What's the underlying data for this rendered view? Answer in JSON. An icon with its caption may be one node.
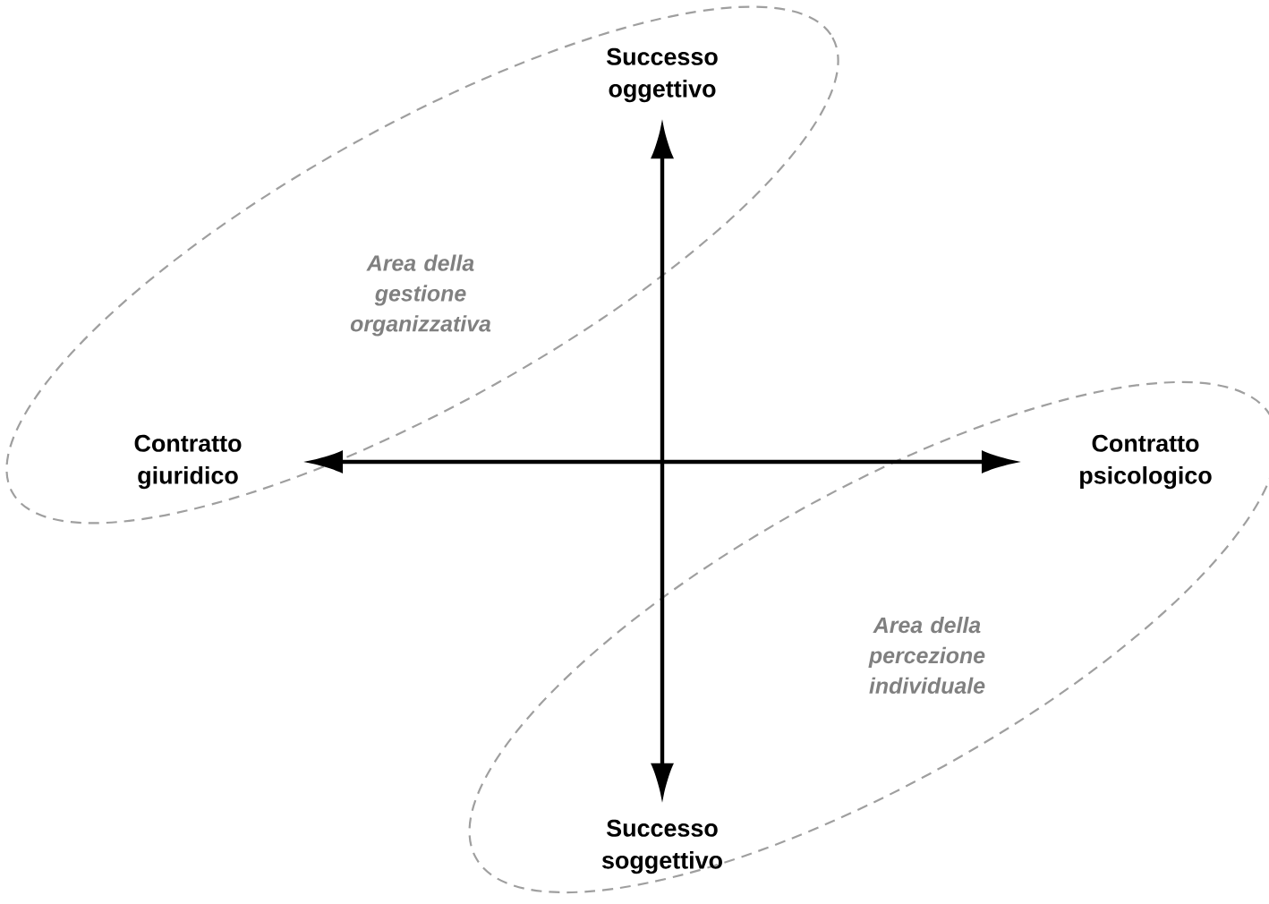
{
  "diagram": {
    "nodes": [
      {
        "text": [
          "Area della gestione organizzativa"
        ]
      },
      {
        "text": [
          "Successo oggettivo"
        ],
        "in": 0
      },
      {
        "text": [
          "Contratto giuridico"
        ],
        "in": 0
      },
      {
        "text": [
          "Area della percezione individuale"
        ]
      },
      {
        "text": [
          "Contratto psicologico"
        ],
        "in": 3
      },
      {
        "text": [
          "Successo soggettivo"
        ],
        "in": 3
      }
    ],
    "edges": [
      {
        "from": 1,
        "to": 5,
        "arrow": "both"
      },
      {
        "from": 2,
        "to": 4,
        "arrow": "both"
      }
    ]
  }
}
